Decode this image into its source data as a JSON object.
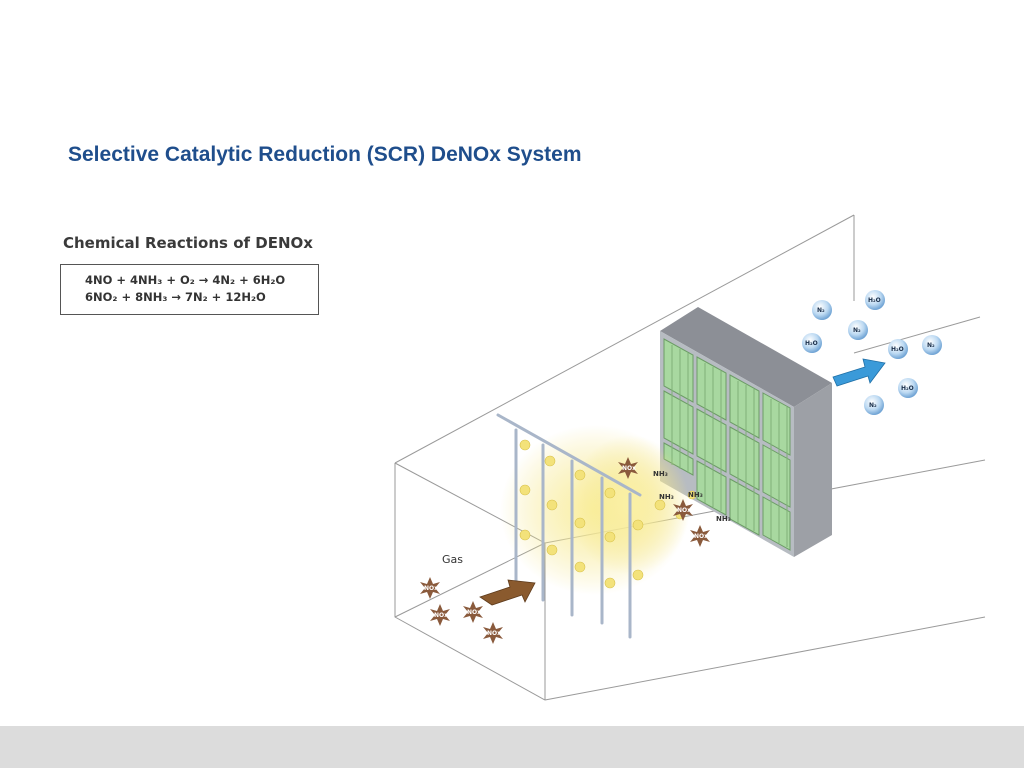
{
  "slide": {
    "title": "Selective Catalytic Reduction (SCR) DeNOx System"
  },
  "reactions": {
    "heading": "Chemical Reactions of DENOx",
    "equations": [
      "4NO + 4NH₃ + O₂ → 4N₂ + 6H₂O",
      "6NO₂ + 8NH₃ → 7N₂ + 12H₂O"
    ]
  },
  "diagram": {
    "gas_label": "Gas",
    "nox_label": "NOx",
    "nh3_label": "NH₃",
    "n2_label": "N₂",
    "h2o_label": "H₂O",
    "colors": {
      "nox": "#8a5a3c",
      "nh3_cloud": "#f3e27a",
      "catalyst": "#a8d8a0",
      "frame": "#8c8f96",
      "inlet_arrow": "#8a5a2e",
      "outlet_arrow": "#3a9ad9",
      "molecule": "#bcd9f2"
    }
  }
}
